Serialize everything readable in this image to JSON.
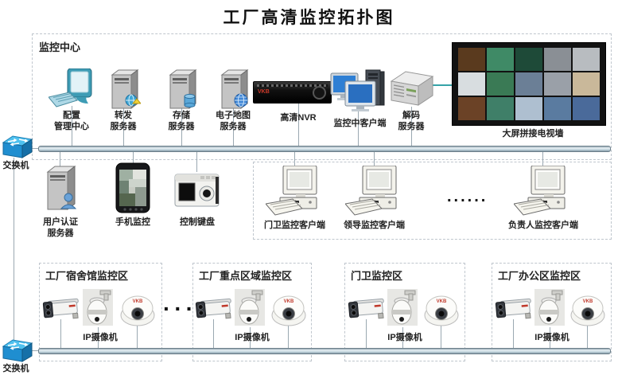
{
  "title": "工厂高清监控拓扑图",
  "brand": "VKB",
  "colors": {
    "switch_blue": "#2f9fd8",
    "bus_pipe": "#b6cbd5",
    "decoder_link_teal": "#35a3a8",
    "brand_red": "#d03a2a",
    "dashed_border": "#bfc6cd"
  },
  "monitoring_center": {
    "label": "监控中心",
    "devices": {
      "config": {
        "label": "配置\n管理中心"
      },
      "forward": {
        "label": "转发\n服务器"
      },
      "storage": {
        "label": "存储\n服务器"
      },
      "emap": {
        "label": "电子地图\n服务器"
      },
      "nvr": {
        "label": "高清NVR"
      },
      "client": {
        "label": "监控中客户端"
      },
      "decoder": {
        "label": "解码\n服务器"
      },
      "tv_wall": {
        "label": "大屏拼接电视墙"
      }
    }
  },
  "switch_top": {
    "label": "交换机"
  },
  "switch_bottom": {
    "label": "交换机"
  },
  "mid_row": {
    "auth_server": {
      "label": "用户认证\n服务器"
    },
    "phone": {
      "label": "手机监控"
    },
    "keyboard": {
      "label": "控制键盘"
    }
  },
  "clients": {
    "gate": {
      "label": "门卫监控客户端"
    },
    "leader": {
      "label": "领导监控客户端"
    },
    "ellipsis": "......",
    "manager": {
      "label": "负责人监控客户端"
    }
  },
  "zones": [
    {
      "title": "工厂宿舍馆监控区",
      "camera_label": "IP摄像机"
    },
    {
      "title": "工厂重点区域监控区",
      "camera_label": "IP摄像机"
    },
    {
      "title": "门卫监控区",
      "camera_label": "IP摄像机"
    },
    {
      "title": "工厂办公区监控区",
      "camera_label": "IP摄像机"
    }
  ],
  "zone_ellipsis": "···",
  "tv_wall_cells": [
    "#5a3a1e",
    "#3f8a66",
    "#1e4a38",
    "#8a8f95",
    "#b8bcc0",
    "#d8dde0",
    "#3a7a55",
    "#6b7f96",
    "#9aa0a8",
    "#c9b89a",
    "#6b4226",
    "#3f7f68",
    "#aebfd0",
    "#5a7ba0",
    "#4a6a9a"
  ]
}
